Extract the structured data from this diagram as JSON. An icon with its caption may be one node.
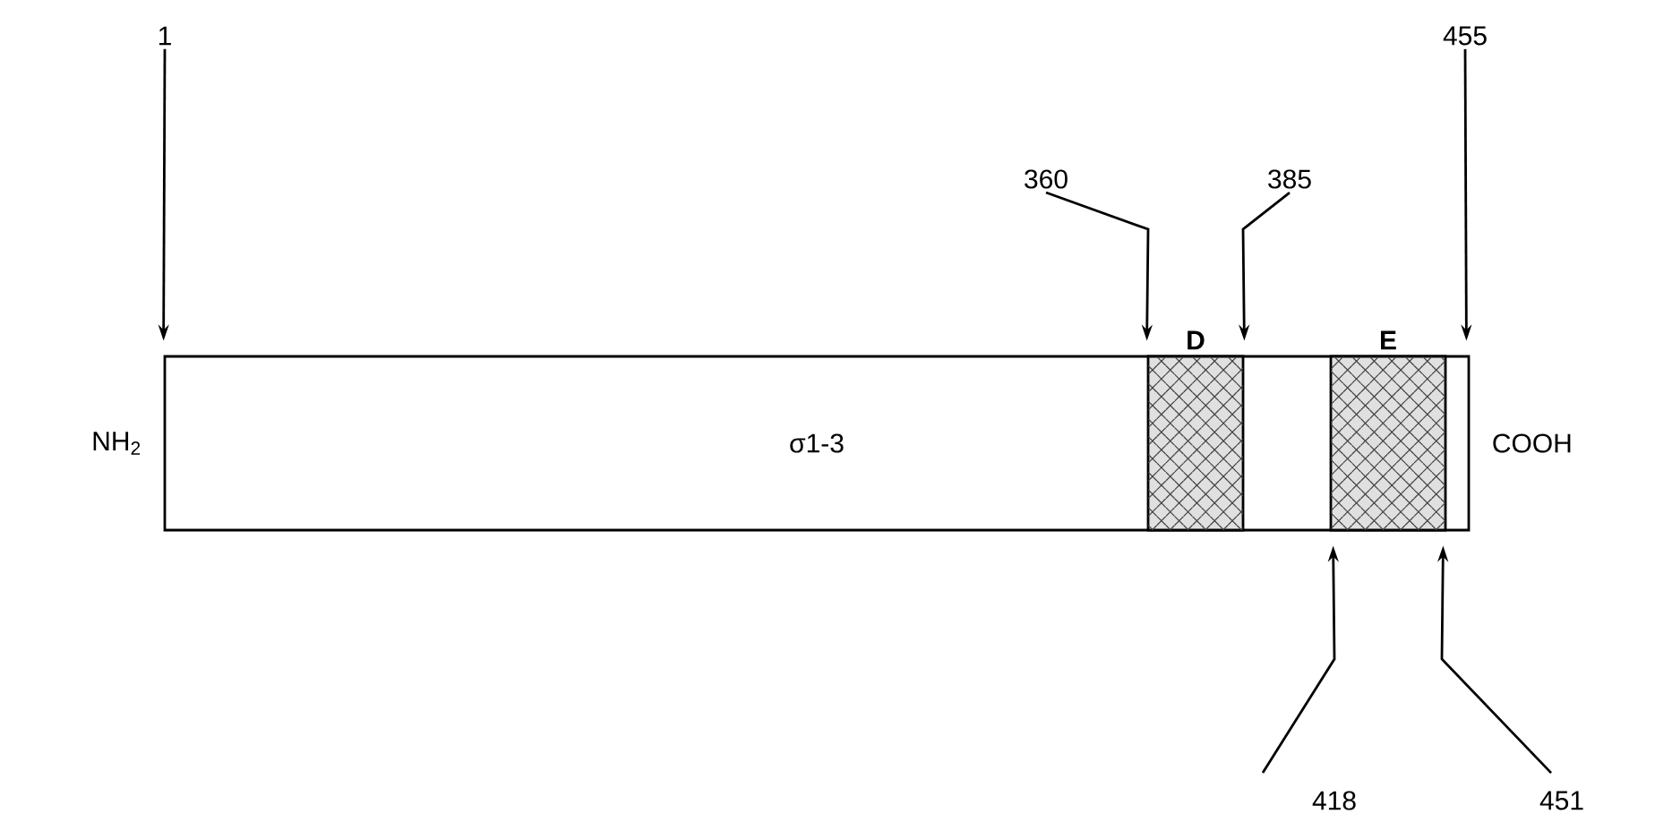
{
  "diagram": {
    "nodes": [
      {
        "text": [
          "σ1-3"
        ],
        "beside": [
          "NH$_{2}$",
          "COOH"
        ]
      },
      {
        "text": [
          "D"
        ],
        "in": 0
      },
      {
        "text": [
          "E"
        ],
        "in": 0
      },
      {
        "text": [
          "1"
        ]
      },
      {
        "text": [
          "360"
        ]
      },
      {
        "text": [
          "385"
        ]
      },
      {
        "text": [
          "455"
        ]
      },
      {
        "text": [
          "418"
        ]
      },
      {
        "text": [
          "451"
        ]
      }
    ],
    "edges": [
      {
        "from": 3,
        "to": 0,
        "arrow": "to"
      },
      {
        "from": 4,
        "to": 1,
        "arrow": "to"
      },
      {
        "from": 5,
        "to": 1,
        "arrow": "to"
      },
      {
        "from": 6,
        "to": 0,
        "arrow": "to"
      },
      {
        "from": 7,
        "to": 2,
        "arrow": "to"
      },
      {
        "from": 8,
        "to": 2,
        "arrow": "to"
      }
    ]
  }
}
